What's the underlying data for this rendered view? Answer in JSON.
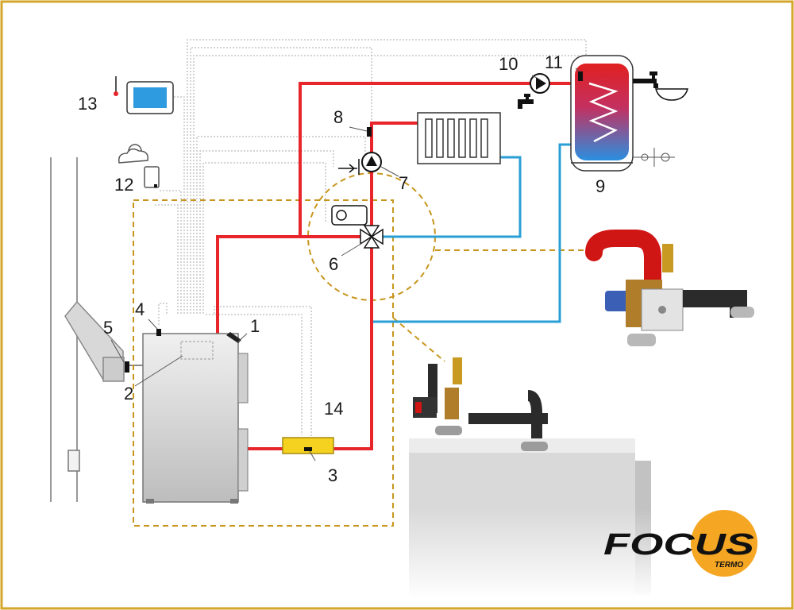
{
  "colors": {
    "frame": "#d4a62a",
    "hot_pipe": "#e8252b",
    "cold_pipe": "#2a9fd6",
    "zone_dash": "#c8961e",
    "boiler_fill": "#dcdcdc",
    "fuel_feeder": "#f4d21f",
    "logo_circle": "#f5a623",
    "control_wire": "#b0b0b0"
  },
  "labels": {
    "n1": "1",
    "n2": "2",
    "n3": "3",
    "n4": "4",
    "n5": "5",
    "n6": "6",
    "n7": "7",
    "n8": "8",
    "n9": "9",
    "n10": "10",
    "n11": "11",
    "n12": "12",
    "n13": "13",
    "n14": "14"
  },
  "logo": {
    "main": "FOCUS",
    "sub": "TERMO"
  },
  "icons": {
    "controller": "thermostat-panel-icon",
    "weather": "weather-cloud-sun-icon",
    "outdoor_sensor": "outdoor-sensor-icon",
    "faucet": "faucet-icon",
    "sink": "sink-icon",
    "pump": "circulation-pump-icon",
    "mixing_valve": "four-way-valve-icon",
    "radiator": "radiator-icon",
    "tank": "hot-water-tank-icon"
  }
}
